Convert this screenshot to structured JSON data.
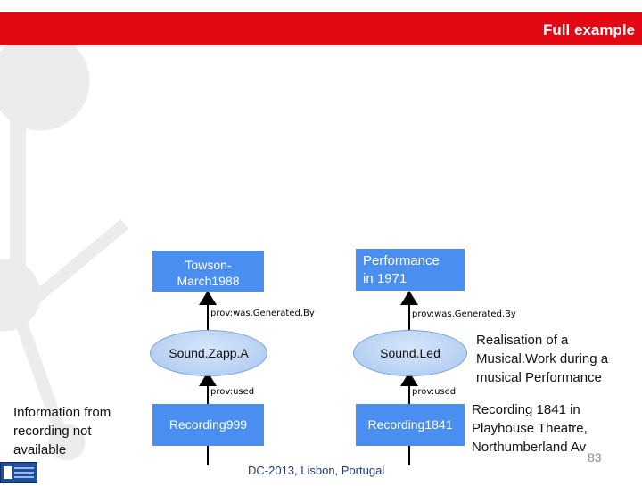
{
  "header": {
    "title": "Full example",
    "accent": "#e30613"
  },
  "diagram": {
    "entities": {
      "towson": "Towson-March1988",
      "towson_line1": "Towson-",
      "towson_line2": "March1988",
      "performance_line1": "Performance",
      "performance_line2": "in 1971",
      "recording999": "Recording999",
      "recording1841": "Recording1841"
    },
    "activities": {
      "soundzappa": "Sound.Zapp.A",
      "soundled": "Sound.Led"
    },
    "relations": {
      "generated_left": "prov:was.Generated.By",
      "generated_right": "prov:was.Generated.By",
      "used_left": "prov:used",
      "used_right": "prov:used"
    }
  },
  "notes": {
    "left_line1": "Information from",
    "left_line2": "recording not",
    "left_line3": "available",
    "realisation_line1": "Realisation of a",
    "realisation_line2": "Musical.Work during a",
    "realisation_line3": "musical Performance",
    "recording_line1": "Recording 1841 in",
    "recording_line2": "Playhouse Theatre,",
    "recording_line3": "Northumberland Av"
  },
  "footer": {
    "venue": "DC-2013, Lisbon, Portugal",
    "page": "83"
  },
  "colors": {
    "box": "#4a8ff0",
    "ellipse": "#b7d0f2",
    "deco": "#e9e9e9"
  }
}
